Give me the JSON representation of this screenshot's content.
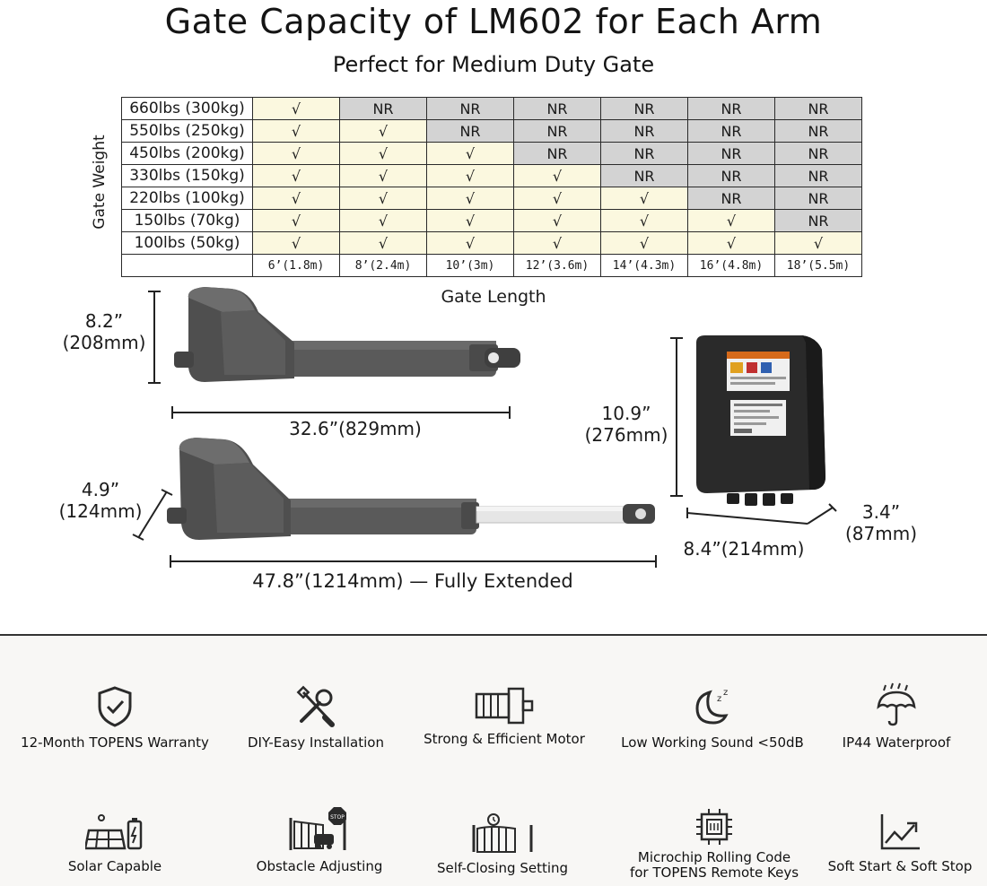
{
  "header": {
    "title": "Gate Capacity of LM602 for Each Arm",
    "subtitle": "Perfect for Medium Duty Gate"
  },
  "table": {
    "y_axis_label": "Gate Weight",
    "x_axis_label": "Gate Length",
    "rows": [
      {
        "weight": "660lbs (300kg)",
        "cells": [
          "√",
          "NR",
          "NR",
          "NR",
          "NR",
          "NR",
          "NR"
        ]
      },
      {
        "weight": "550lbs (250kg)",
        "cells": [
          "√",
          "√",
          "NR",
          "NR",
          "NR",
          "NR",
          "NR"
        ]
      },
      {
        "weight": "450lbs (200kg)",
        "cells": [
          "√",
          "√",
          "√",
          "NR",
          "NR",
          "NR",
          "NR"
        ]
      },
      {
        "weight": "330lbs (150kg)",
        "cells": [
          "√",
          "√",
          "√",
          "√",
          "NR",
          "NR",
          "NR"
        ]
      },
      {
        "weight": "220lbs (100kg)",
        "cells": [
          "√",
          "√",
          "√",
          "√",
          "√",
          "NR",
          "NR"
        ]
      },
      {
        "weight": "150lbs (70kg)",
        "cells": [
          "√",
          "√",
          "√",
          "√",
          "√",
          "√",
          "NR"
        ]
      },
      {
        "weight": "100lbs (50kg)",
        "cells": [
          "√",
          "√",
          "√",
          "√",
          "√",
          "√",
          "√"
        ]
      }
    ],
    "lengths": [
      "6’(1.8m)",
      "8’(2.4m)",
      "10’(3m)",
      "12’(3.6m)",
      "14’(4.3m)",
      "16’(4.8m)",
      "18’(5.5m)"
    ]
  },
  "dimensions": {
    "arm_height": "8.2”",
    "arm_height_mm": "(208mm)",
    "arm_length": "32.6”(829mm)",
    "arm_width": "4.9”",
    "arm_width_mm": "(124mm)",
    "arm_extended": "47.8”(1214mm) — Fully Extended",
    "box_height": "10.9”",
    "box_height_mm": "(276mm)",
    "box_width": "8.4”(214mm)",
    "box_depth": "3.4”",
    "box_depth_mm": "(87mm)"
  },
  "features": [
    {
      "icon": "shield-check-icon",
      "label": "12-Month TOPENS Warranty"
    },
    {
      "icon": "tools-icon",
      "label": "DIY-Easy Installation"
    },
    {
      "icon": "motor-icon",
      "label": "Strong & Efficient Motor"
    },
    {
      "icon": "moon-sleep-icon",
      "label": "Low Working Sound <50dB"
    },
    {
      "icon": "umbrella-rain-icon",
      "label": "IP44 Waterproof"
    },
    {
      "icon": "solar-battery-icon",
      "label": "Solar Capable"
    },
    {
      "icon": "gate-stop-icon",
      "label": "Obstacle Adjusting"
    },
    {
      "icon": "gate-clock-icon",
      "label": "Self-Closing Setting"
    },
    {
      "icon": "microchip-icon",
      "label_line1": "Microchip Rolling Code",
      "label_line2": "for TOPENS Remote Keys"
    },
    {
      "icon": "trend-chart-icon",
      "label": "Soft Start & Soft Stop"
    }
  ],
  "colors": {
    "ok_cell": "#fbf8df",
    "nr_cell": "#d3d3d3",
    "features_bg": "#f8f7f5"
  }
}
